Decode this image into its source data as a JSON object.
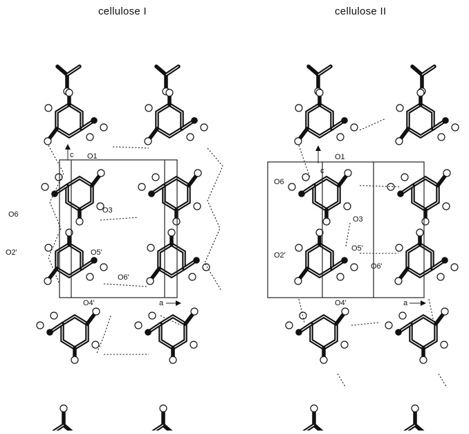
{
  "titles": {
    "left": "cellulose I",
    "right": "cellulose II"
  },
  "panel_left": {
    "labels": {
      "o1": "O1",
      "o6": "O6",
      "o3": "O3",
      "o2p": "O2'",
      "o5p": "O5'",
      "o6p": "O6'",
      "o4p": "O4'",
      "axis_c": "c",
      "axis_a": "a"
    }
  },
  "panel_right": {
    "labels": {
      "o1": "O1",
      "o6": "O6",
      "o3": "O3",
      "o2p": "O2'",
      "o5p": "O5'",
      "o6p": "O6'",
      "o4p": "O4'",
      "axis_c": "c",
      "axis_a": "a"
    }
  },
  "colors": {
    "ink": "#111111",
    "background": "#ffffff"
  }
}
